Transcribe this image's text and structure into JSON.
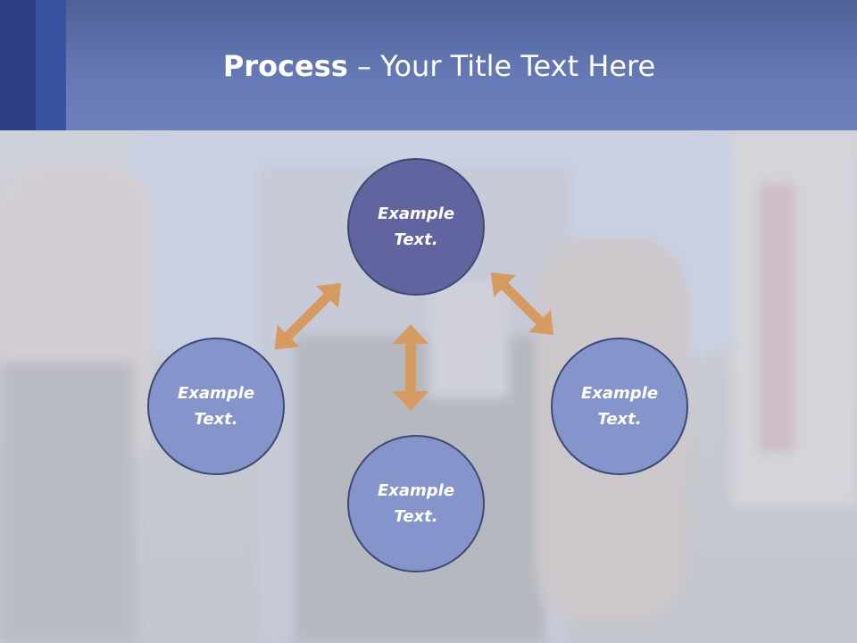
{
  "slide": {
    "title_bold": "Process",
    "title_rest": " – Your Title Text Here"
  },
  "diagram": {
    "nodes": [
      {
        "id": "top",
        "text": "Example Text."
      },
      {
        "id": "left",
        "text": "Example Text."
      },
      {
        "id": "bottom",
        "text": "Example Text."
      },
      {
        "id": "right",
        "text": "Example Text."
      }
    ],
    "colors": {
      "center_fill": "#6264a0",
      "leaf_fill": "#8595cb",
      "node_border": "#3b4b74",
      "arrow": "#d59b61",
      "header": "#6378b5"
    }
  }
}
